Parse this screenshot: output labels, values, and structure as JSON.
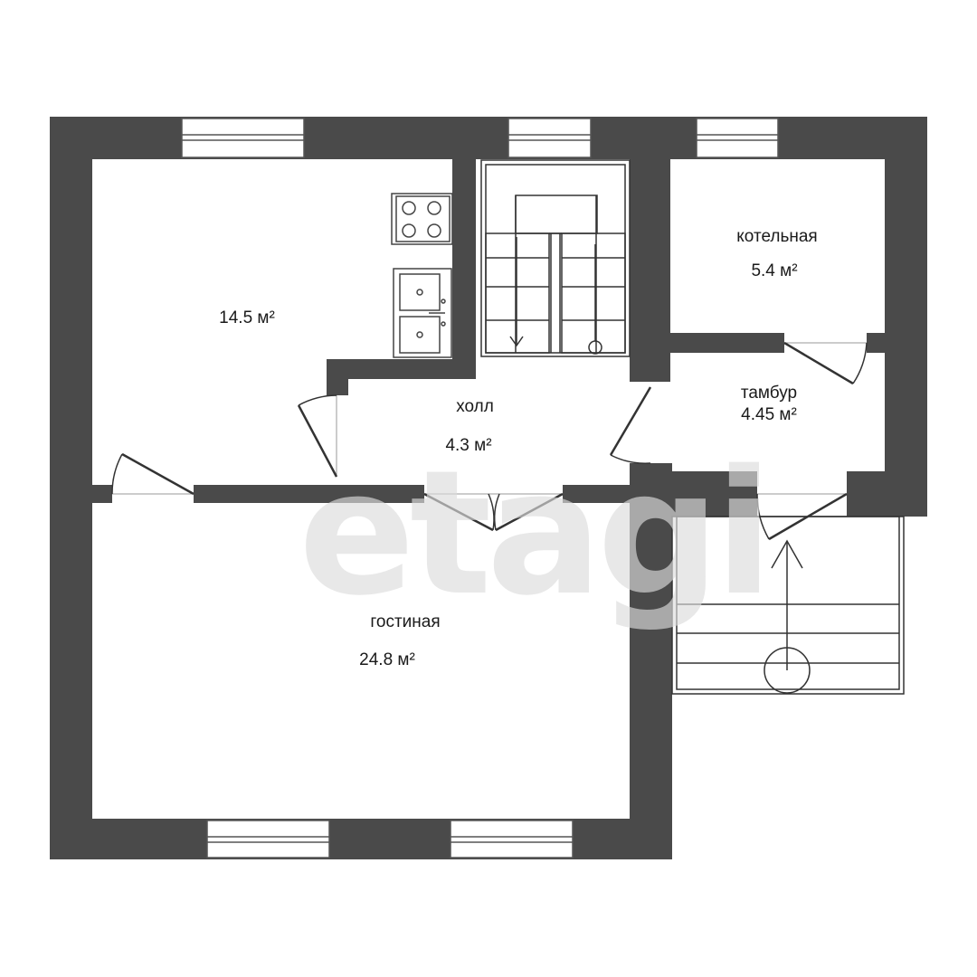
{
  "rooms": {
    "kitchen": {
      "area": "14.5 м²"
    },
    "hall": {
      "name": "холл",
      "area": "4.3 м²"
    },
    "boiler": {
      "name": "котельная",
      "area": "5.4 м²"
    },
    "vestibule": {
      "name": "тамбур",
      "area": "4.45 м²"
    },
    "living": {
      "name": "гостиная",
      "area": "24.8 м²"
    }
  },
  "watermark": "etagi",
  "colors": {
    "wall": "#4a4a4a",
    "background": "#ffffff",
    "line": "#333333",
    "watermark": "#dcdcdc"
  }
}
